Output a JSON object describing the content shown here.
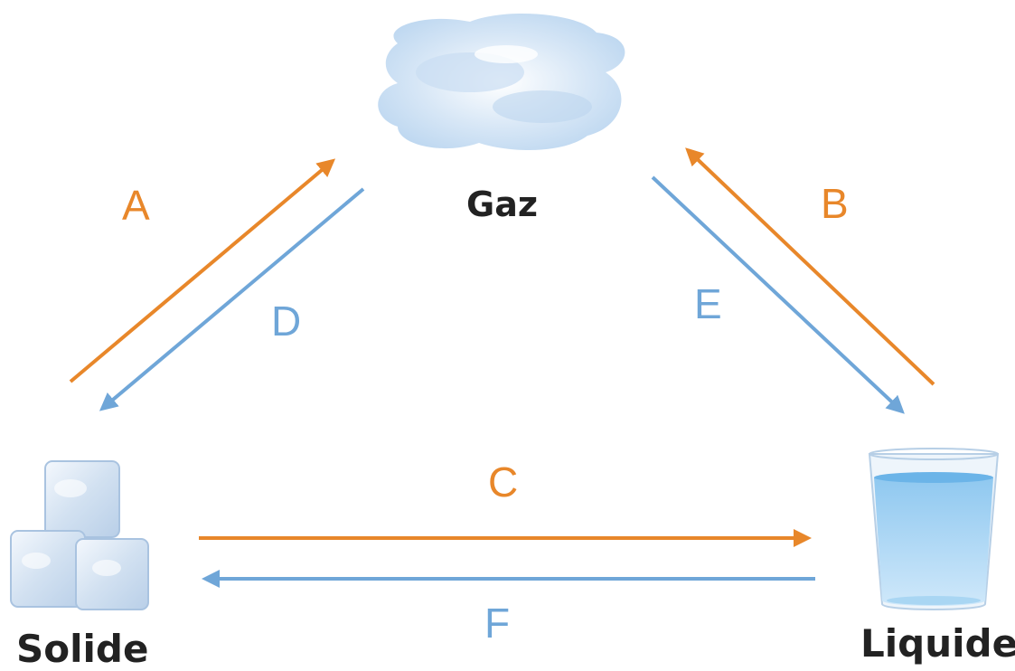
{
  "states": {
    "gas": "Gaz",
    "solid": "Solide",
    "liquid": "Liquide"
  },
  "transitions": [
    {
      "letter": "A",
      "from": "Solide",
      "to": "Gaz",
      "color": "#e8872a"
    },
    {
      "letter": "B",
      "from": "Liquide",
      "to": "Gaz",
      "color": "#e8872a"
    },
    {
      "letter": "C",
      "from": "Solide",
      "to": "Liquide",
      "color": "#e8872a"
    },
    {
      "letter": "D",
      "from": "Gaz",
      "to": "Solide",
      "color": "#6fa6d8"
    },
    {
      "letter": "E",
      "from": "Gaz",
      "to": "Liquide",
      "color": "#6fa6d8"
    },
    {
      "letter": "F",
      "from": "Liquide",
      "to": "Solide",
      "color": "#6fa6d8"
    }
  ],
  "colors": {
    "orange": "#e8872a",
    "blue": "#6fa6d8",
    "label": "#222222"
  },
  "icons": {
    "gas": "cloud-icon",
    "solid": "ice-cubes-icon",
    "liquid": "glass-of-water-icon"
  }
}
